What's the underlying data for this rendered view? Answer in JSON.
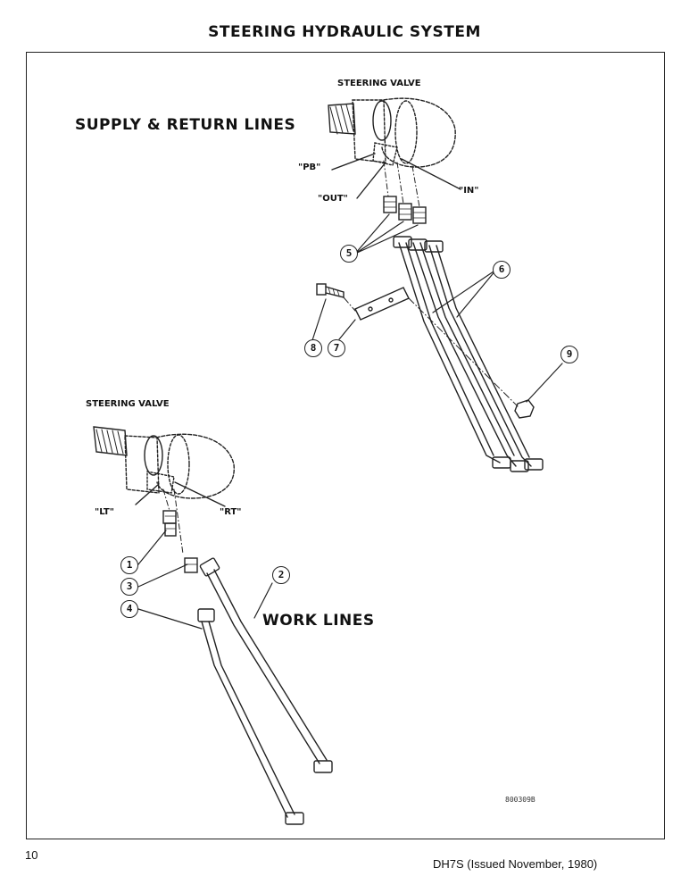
{
  "page": {
    "title": "STEERING HYDRAULIC SYSTEM",
    "page_number": "10",
    "doc_ref": "DH7S (Issued November, 1980)"
  },
  "upper_view": {
    "section_title": "SUPPLY & RETURN LINES",
    "component_label": "STEERING VALVE",
    "ports": {
      "pb": "\"PB\"",
      "out": "\"OUT\"",
      "in": "\"IN\""
    }
  },
  "lower_view": {
    "section_title": "WORK LINES",
    "component_label": "STEERING VALVE",
    "ports": {
      "lt": "\"LT\"",
      "rt": "\"RT\""
    }
  },
  "callouts": [
    "1",
    "2",
    "3",
    "4",
    "5",
    "6",
    "7",
    "8",
    "9"
  ],
  "figure_id": "800309B"
}
